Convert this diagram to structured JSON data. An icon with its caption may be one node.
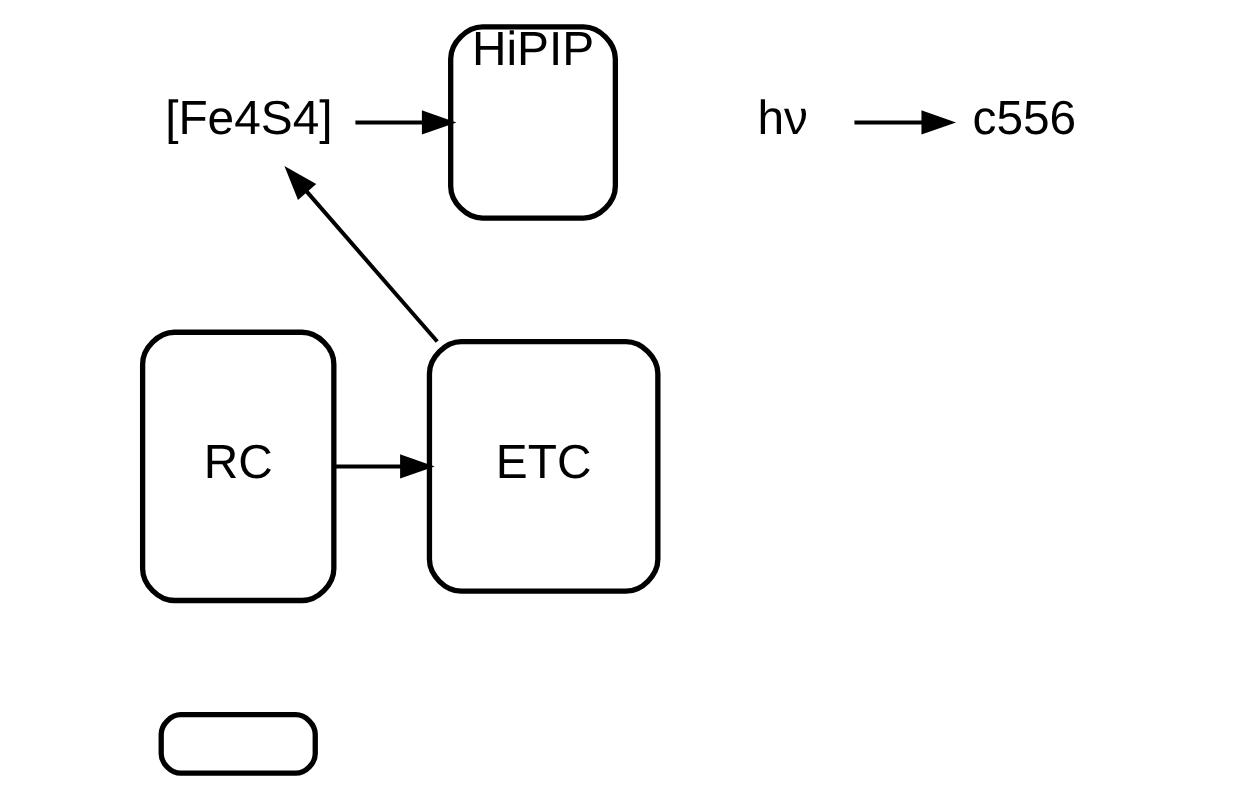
{
  "diagram": {
    "nodes": [
      {
        "text": [
          "[Fe4S4]"
        ]
      },
      {
        "text": [
          "HiPIP"
        ]
      },
      {
        "text": [
          "hν"
        ]
      },
      {
        "text": [
          "c556"
        ]
      },
      {
        "text": [
          "ETC"
        ]
      },
      {
        "text": [
          "RC"
        ]
      },
      {
        "text": [],
        "shape": "box"
      }
    ],
    "edges": [
      {
        "from": 4,
        "to": 0,
        "arrow": "to"
      },
      {
        "from": 0,
        "to": 1,
        "arrow": "to"
      },
      {
        "from": 2,
        "to": 3,
        "arrow": "to"
      },
      {
        "from": 5,
        "to": 4,
        "arrow": "to"
      }
    ]
  }
}
